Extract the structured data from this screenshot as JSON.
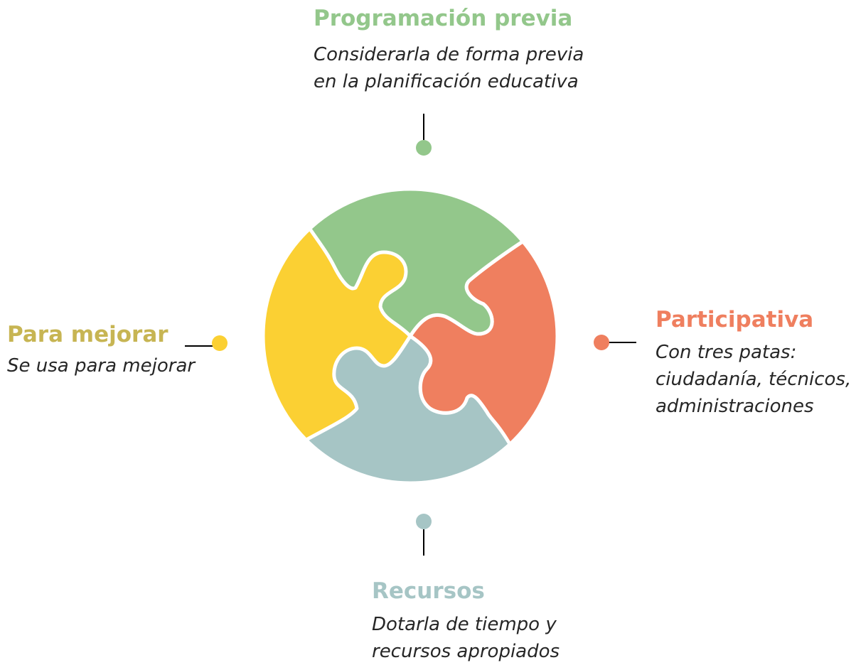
{
  "colors": {
    "green": "#93c78b",
    "orange": "#ef7f5f",
    "teal": "#a6c5c5",
    "yellow": "#fbd033",
    "title_green": "#93c78b",
    "title_orange": "#ef7f5f",
    "title_teal": "#a6c5c5",
    "title_olive": "#c7b553",
    "text": "#262626",
    "connector": "#000000"
  },
  "pieces": [
    {
      "id": "top",
      "color_key": "green",
      "icon": "puzzle-piece-top"
    },
    {
      "id": "right",
      "color_key": "orange",
      "icon": "puzzle-piece-right"
    },
    {
      "id": "bottom",
      "color_key": "teal",
      "icon": "puzzle-piece-bottom"
    },
    {
      "id": "left",
      "color_key": "yellow",
      "icon": "puzzle-piece-left"
    }
  ],
  "labels": {
    "top": {
      "title": "Programación previa",
      "lines": [
        "Considerarla de forma previa",
        "en la planificación educativa"
      ]
    },
    "right": {
      "title": "Participativa",
      "lines": [
        "Con tres patas:",
        "ciudadanía, técnicos,",
        "administraciones"
      ]
    },
    "bottom": {
      "title": "Recursos",
      "lines": [
        "Dotarla de tiempo y",
        "recursos apropiados"
      ]
    },
    "left": {
      "title": "Para mejorar",
      "lines": [
        "Se usa para mejorar"
      ]
    }
  }
}
